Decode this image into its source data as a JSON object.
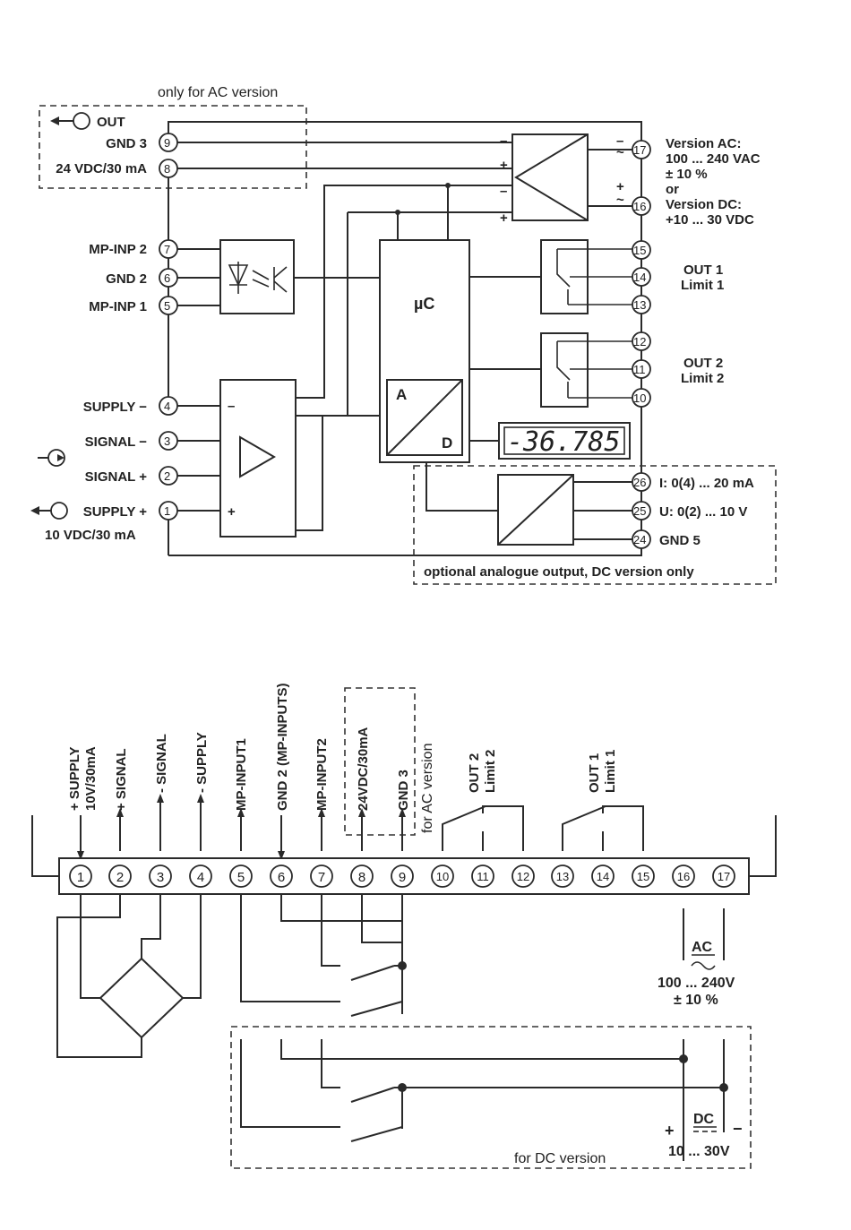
{
  "top": {
    "ac_caption": "only for AC version",
    "out_label": "OUT",
    "left_labels": [
      {
        "text": "GND 3",
        "terminal": "9"
      },
      {
        "text": "24 VDC/30 mA",
        "terminal": "8"
      },
      {
        "text": "MP-INP 2",
        "terminal": "7"
      },
      {
        "text": "GND 2",
        "terminal": "6"
      },
      {
        "text": "MP-INP 1",
        "terminal": "5"
      },
      {
        "text": "SUPPLY −",
        "terminal": "4"
      },
      {
        "text": "SIGNAL −",
        "terminal": "3"
      },
      {
        "text": "SIGNAL +",
        "terminal": "2"
      },
      {
        "text": "SUPPLY +",
        "terminal": "1"
      }
    ],
    "supply_rating": "10 VDC/30 mA",
    "version_lines": [
      "Version AC:",
      "100 ... 240 VAC",
      "± 10 %",
      "or",
      "Version DC:",
      "+10 ... 30 VDC"
    ],
    "right_terminals": [
      "17",
      "16",
      "15",
      "14",
      "13",
      "12",
      "11",
      "10",
      "26",
      "25",
      "24"
    ],
    "out1": [
      "OUT 1",
      "Limit 1"
    ],
    "out2": [
      "OUT 2",
      "Limit 2"
    ],
    "mcu_label": "µC",
    "adc_a": "A",
    "adc_d": "D",
    "display_value": "-36.785",
    "analog_outputs": [
      "I:  0(4) ... 20 mA",
      "U: 0(2) ... 10 V",
      "GND 5"
    ],
    "analog_caption": "optional analogue output, DC version only"
  },
  "bottom": {
    "column_labels": [
      [
        "+ SUPPLY",
        "10V/30mA"
      ],
      [
        "+ SIGNAL"
      ],
      [
        "- SIGNAL"
      ],
      [
        "- SUPPLY"
      ],
      [
        "MP-INPUT1"
      ],
      [
        "GND 2 (MP-INPUTS)"
      ],
      [
        "MP-INPUT2"
      ],
      [
        "24VDC/30mA"
      ],
      [
        "GND 3"
      ]
    ],
    "ac_version_vertical": "for AC version",
    "out2": [
      "OUT 2",
      "Limit 2"
    ],
    "out1": [
      "OUT 1",
      "Limit 1"
    ],
    "terminals": [
      "1",
      "2",
      "3",
      "4",
      "5",
      "6",
      "7",
      "8",
      "9",
      "10",
      "11",
      "12",
      "13",
      "14",
      "15",
      "16",
      "17"
    ],
    "ac_label": "AC",
    "ac_range": "100 ... 240V",
    "ac_tol": "± 10 %",
    "dc_label": "DC",
    "dc_plus": "+",
    "dc_minus": "−",
    "dc_range": "10 ... 30V",
    "dc_caption": "for DC version"
  }
}
